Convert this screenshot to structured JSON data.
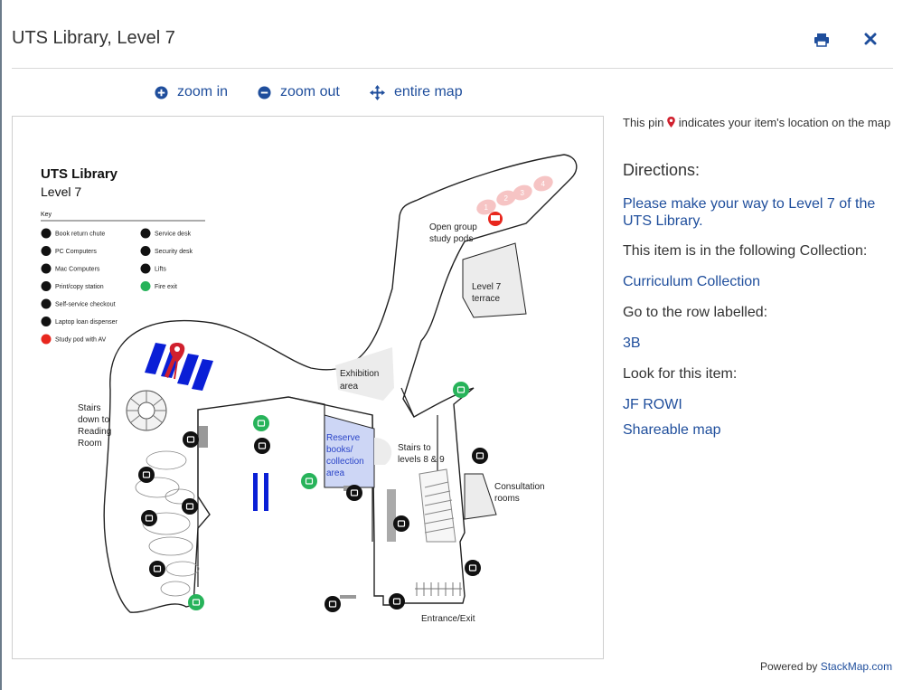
{
  "header": {
    "title": "UTS Library, Level 7"
  },
  "toolbar": {
    "zoom_in": "zoom in",
    "zoom_out": "zoom out",
    "entire_map": "entire map"
  },
  "map": {
    "title_line1": "UTS Library",
    "title_line2": "Level 7",
    "key_title": "Key",
    "key_items": [
      "Book return chute",
      "PC Computers",
      "Mac Computers",
      "Print/copy station",
      "Self-service checkout",
      "Laptop loan dispenser",
      "Study pod with AV",
      "Service desk",
      "Security desk",
      "Lifts",
      "Fire exit"
    ],
    "pod_numbers": [
      "1",
      "2",
      "3",
      "4"
    ],
    "labels": {
      "open_group_1": "Open group",
      "open_group_2": "study pods",
      "terrace_1": "Level 7",
      "terrace_2": "terrace",
      "exhibition_1": "Exhibition",
      "exhibition_2": "area",
      "stairs_down_1": "Stairs",
      "stairs_down_2": "down to",
      "stairs_down_3": "Reading",
      "stairs_down_4": "Room",
      "reserve_1": "Reserve",
      "reserve_2": "books/",
      "reserve_3": "collection",
      "reserve_4": "area",
      "stairs_up_1": "Stairs to",
      "stairs_up_2": "levels 8 & 9",
      "consult_1": "Consultation",
      "consult_2": "rooms",
      "entrance": "Entrance/Exit"
    },
    "colors": {
      "shelf": "#0a1fd6",
      "pin": "#d0202e",
      "fire_exit": "#27b35a",
      "pod_av": "#e8271e",
      "reserve": "#cdd6f5"
    }
  },
  "sidebar": {
    "pin_text_before": "This pin",
    "pin_text_after": "indicates your item's location on the map",
    "directions_heading": "Directions:",
    "directions_link": "Please make your way to Level 7 of the UTS Library.",
    "collection_label": "This item is in the following Collection:",
    "collection_link": "Curriculum Collection",
    "row_label": "Go to the row labelled:",
    "row_value": "3B",
    "look_label": "Look for this item:",
    "item_link": "JF ROWI",
    "share_link": "Shareable map"
  },
  "footer": {
    "powered_by": "Powered by",
    "stackmap": "StackMap.com"
  }
}
